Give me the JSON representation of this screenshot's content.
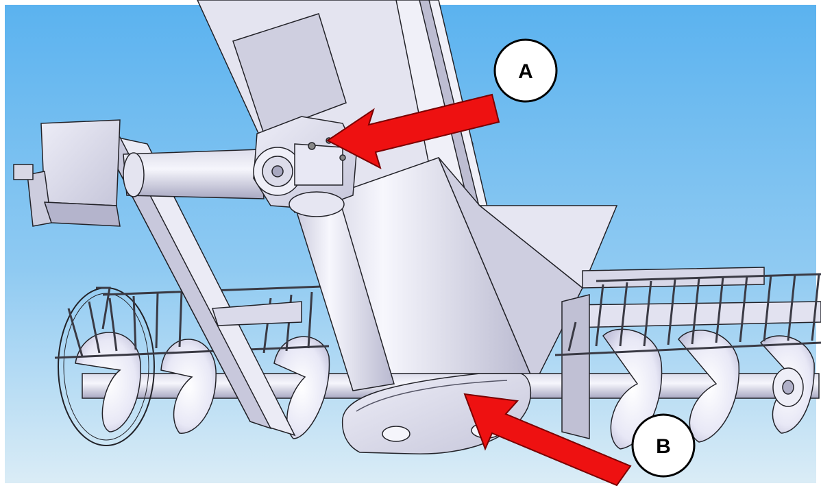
{
  "callouts": [
    {
      "id": "A",
      "label": "A"
    },
    {
      "id": "B",
      "label": "B"
    }
  ],
  "colors": {
    "sky_top": "#5fb4f0",
    "sky_bottom": "#d7ecf7",
    "metal_light": "#f3f3fb",
    "metal_mid": "#d6d6e6",
    "metal_dark": "#a9a9c0",
    "outline": "#222228",
    "arrow_red": "#ee1111"
  }
}
